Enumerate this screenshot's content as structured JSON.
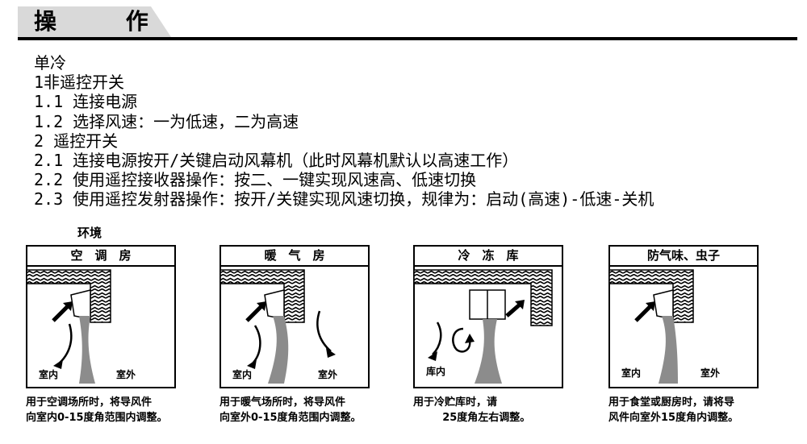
{
  "header": {
    "title": "操 作"
  },
  "instructions": [
    "单冷",
    "1非遥控开关",
    "1.1 连接电源",
    "1.2 选择风速：一为低速，二为高速",
    "2 遥控开关",
    "2.1 连接电源按开/关键启动风幕机（此时风幕机默认以高速工作）",
    "2.2 使用遥控接收器操作：按二、一键实现风速高、低速切换",
    "2.3 使用遥控发射器操作：按开/关键实现风速切换，规律为：启动(高速)-低速-关机"
  ],
  "environment_label": "环境",
  "panels": [
    {
      "title": "空　调　房",
      "label_in": "室内",
      "label_out": "室外",
      "caption_line1": "用于空调场所时，将导风件",
      "caption_line2": "向室内0-15度角范围内调整。"
    },
    {
      "title": "暖　气　房",
      "label_in": "室内",
      "label_out": "室外",
      "caption_line1": "用于暖气场所时，将导风件",
      "caption_line2": "向室外0-15度角范围内调整。"
    },
    {
      "title": "冷　冻　库",
      "label_in": "库内",
      "label_out": "",
      "caption_line1": "用于冷贮库时，请",
      "caption_line2": "        25度角左右调整。"
    },
    {
      "title": "防气味、虫子",
      "label_in": "室内",
      "label_out": "室外",
      "caption_line1": "用于食堂或厨房时，请将导",
      "caption_line2": "风件向室外15度角内调整。"
    }
  ]
}
